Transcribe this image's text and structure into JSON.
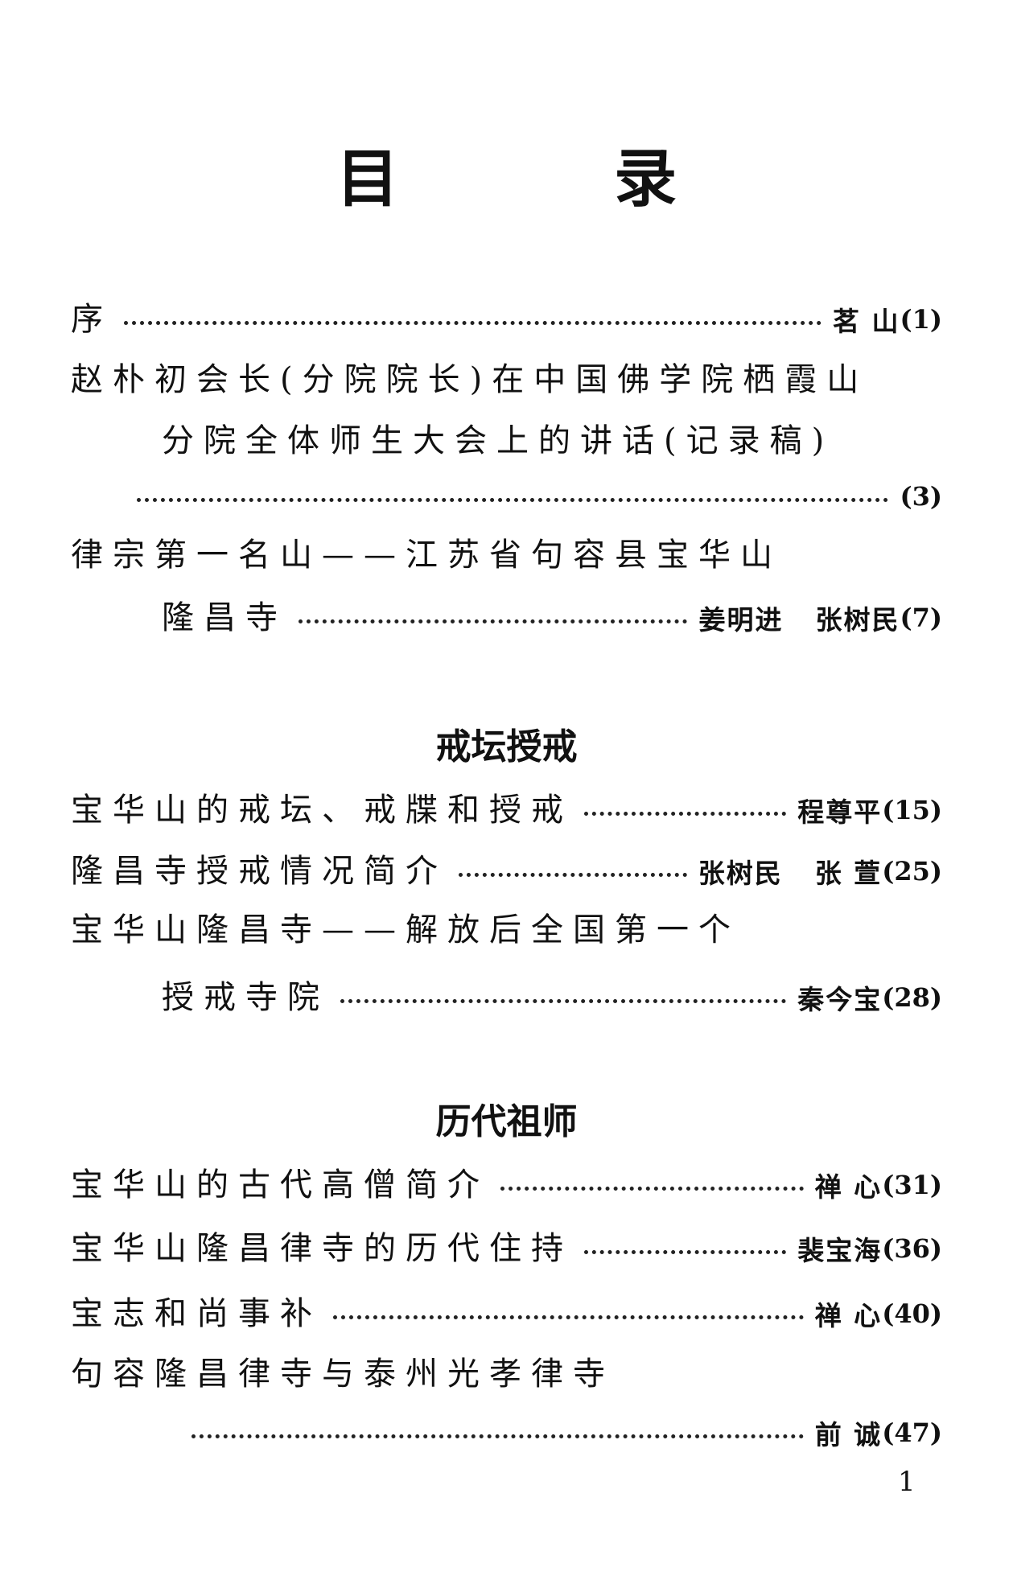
{
  "title": "目 录",
  "entries_intro": [
    {
      "title": "序",
      "author": "茗 山",
      "page": "(1)"
    },
    {
      "title_line1": "赵朴初会长(分院院长)在中国佛学院栖霞山",
      "title_line2": "分院全体师生大会上的讲话(记录稿)",
      "author": "",
      "page": "(3)"
    },
    {
      "title_line1": "律宗第一名山——江苏省句容县宝华山",
      "title_line2": "隆昌寺",
      "author_a": "姜明进",
      "author_b": "张树民",
      "page": "(7)"
    }
  ],
  "section1": {
    "heading": "戒坛授戒",
    "entries": [
      {
        "title": "宝华山的戒坛、戒牒和授戒",
        "author": "程尊平",
        "page": "(15)"
      },
      {
        "title": "隆昌寺授戒情况简介",
        "author_a": "张树民",
        "author_b": "张 萱",
        "page": "(25)"
      },
      {
        "title_line1": "宝华山隆昌寺——解放后全国第一个",
        "title_line2": "授戒寺院",
        "author": "秦今宝",
        "page": "(28)"
      }
    ]
  },
  "section2": {
    "heading": "历代祖师",
    "entries": [
      {
        "title": "宝华山的古代高僧简介",
        "author": "禅 心",
        "page": "(31)"
      },
      {
        "title": "宝华山隆昌律寺的历代住持",
        "author": "裴宝海",
        "page": "(36)"
      },
      {
        "title": "宝志和尚事补",
        "author": "禅 心",
        "page": "(40)"
      },
      {
        "title_line1": "句容隆昌律寺与泰州光孝律寺",
        "author": "前 诚",
        "page": "(47)"
      }
    ]
  },
  "page_number": "1"
}
